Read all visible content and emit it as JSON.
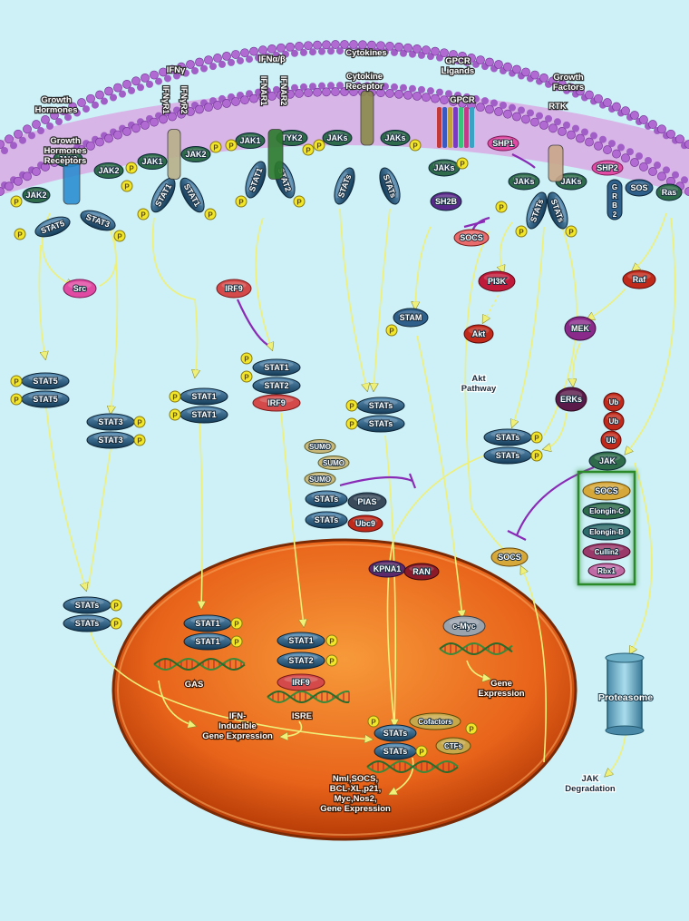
{
  "extracellular": {
    "growth_hormones": [
      "Growth",
      "Hormones"
    ],
    "growth_hormone_receptors": [
      "Growth",
      "Hormones",
      "Receptors"
    ],
    "ifn_gamma": "IFNγ",
    "ifngr1": "IFNγR1",
    "ifngr2": "IFNγR2",
    "ifn_ab": "IFNα/β",
    "ifnar1": "IFNAR1",
    "ifnar2": "IFNAR2",
    "cytokines": "Cytokines",
    "cytokine_receptor": [
      "Cytokine",
      "Receptor"
    ],
    "gpcr_ligands": [
      "GPCR",
      "Ligands"
    ],
    "gpcr": "GPCR",
    "growth_factors": [
      "Growth",
      "Factors"
    ],
    "rtk": "RTK"
  },
  "membrane": {
    "jak2_a": "JAK2",
    "jak2_b": "JAK2",
    "jak1_a": "JAK1",
    "jak2_c": "JAK2",
    "jak1_b": "JAK1",
    "tyk2": "TYK2",
    "jaks_a": "JAKs",
    "jaks_b": "JAKs",
    "jaks_c": "JAKs",
    "jaks_d": "JAKs",
    "jaks_e": "JAKs",
    "stat5_mem": "STAT5",
    "stat3_mem": "STAT3",
    "stat1_mem_a": "STAT1",
    "stat1_mem_b": "STAT1",
    "stat1_mem_c": "STAT1",
    "stat2_mem": "STAT2",
    "stats_mem_a": "STATs",
    "stats_mem_b": "STATs",
    "stats_mem_c": "STATs",
    "stats_mem_d": "STATs",
    "shp1": "SHP1",
    "shp2": "SHP2",
    "grb2": [
      "G",
      "R",
      "B",
      "2"
    ],
    "sos": "SOS",
    "ras": "Ras",
    "sh2b": "SH2B"
  },
  "cytoplasm": {
    "src": "Src",
    "irf9": "IRF9",
    "socs_top": "SOCS",
    "pi3k": "PI3K",
    "raf": "Raf",
    "mek": "MEK",
    "stam": "STAM",
    "akt": "Akt",
    "akt_pathway": [
      "Akt",
      "Pathway"
    ],
    "erks": "ERKs",
    "stat5_dimer": [
      "STAT5",
      "STAT5"
    ],
    "stat1_dimer": [
      "STAT1",
      "STAT1"
    ],
    "isgf3": [
      "STAT1",
      "STAT2",
      "IRF9"
    ],
    "stat3_dimer": [
      "STAT3",
      "STAT3"
    ],
    "stats_dimer_mid": [
      "STATs",
      "STATs"
    ],
    "stats_dimer_right": [
      "STATs",
      "STATs"
    ],
    "stats_dimer_left": [
      "STATs",
      "STATs"
    ],
    "sumo": [
      "SUMO",
      "SUMO",
      "SUMO"
    ],
    "pias": "PIAS",
    "ubc9": "Ubc9",
    "stats_sumo": [
      "STATs",
      "STATs"
    ],
    "ub": [
      "Ub",
      "Ub",
      "Ub"
    ],
    "jak_ub": "JAK",
    "complex": [
      "SOCS",
      "Elongin-C",
      "Elongin-B",
      "Cullin2",
      "Rbx1"
    ],
    "socs_mid": "SOCS",
    "kpna1": "KPNA1",
    "ran": "RAN",
    "proteasome": "Proteasome",
    "jak_degradation": [
      "JAK",
      "Degradation"
    ],
    "phospho": "P"
  },
  "nucleus": {
    "stat1_nuc": [
      "STAT1",
      "STAT1"
    ],
    "gas": "GAS",
    "ifn_inducible": [
      "IFN-",
      "Inducible",
      "Gene Expression"
    ],
    "isgf3_nuc": [
      "STAT1",
      "STAT2",
      "IRF9"
    ],
    "isre": "ISRE",
    "cmyc": "c-Myc",
    "gene_expression": [
      "Gene",
      "Expression"
    ],
    "stats_nuc": [
      "STATs",
      "STATs"
    ],
    "cofactors": "Cofactors",
    "ctfs": "CTFs",
    "targets": [
      "Nml,SOCS,",
      "BCL-XL,p21,",
      "Myc,Nos2,",
      "Gene Expression"
    ]
  },
  "colors": {
    "background": "#cdf1f7",
    "lipid_head": "#b06ad2",
    "lipid_tail": "#d7b5e6",
    "nucleus_fill": "#e8631a",
    "nucleus_edge": "#b53a06",
    "stat_body": "#1c4f70",
    "phospho": "#f2e62a",
    "arrow": "#eff07a",
    "inhibit": "#8a2bb5",
    "complex_border": "#2b8a2b"
  }
}
